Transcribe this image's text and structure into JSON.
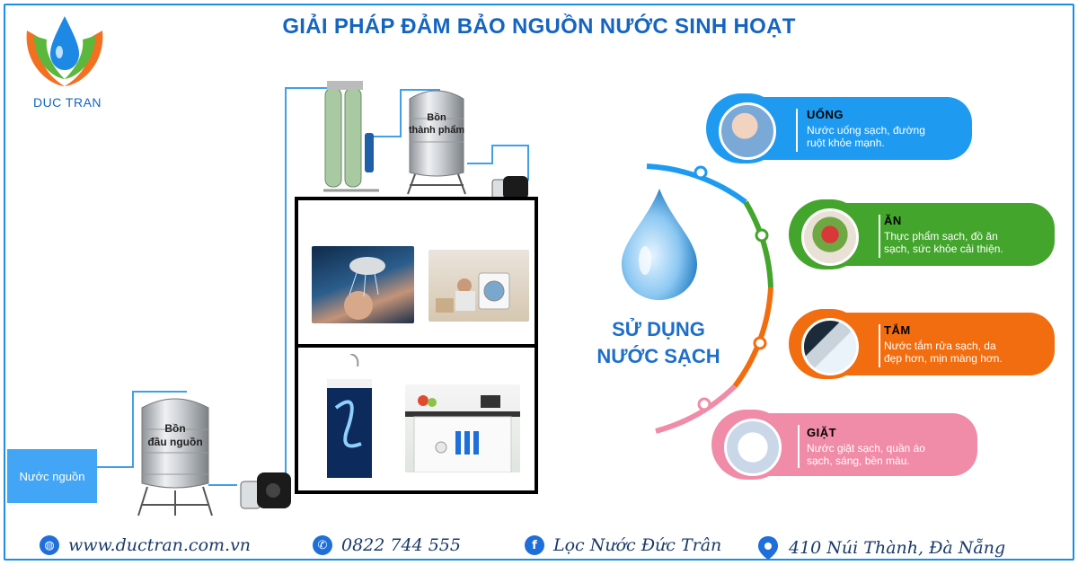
{
  "title": "GIẢI PHÁP ĐẢM BẢO NGUỒN NƯỚC SINH HOẠT",
  "brand": {
    "name": "DUC TRAN"
  },
  "diagram": {
    "source_label": "Nước nguồn",
    "tank_source": [
      "Bồn",
      "đầu nguồn"
    ],
    "tank_finished": [
      "Bồn",
      "thành phẩm"
    ]
  },
  "usage": {
    "center_line1": "SỬ DỤNG",
    "center_line2": "NƯỚC SẠCH",
    "items": [
      {
        "title": "UỐNG",
        "desc1": "Nước uống sạch, đường",
        "desc2": "ruột khỏe mạnh.",
        "color": "#1e9bf0"
      },
      {
        "title": "ĂN",
        "desc1": "Thực phẩm sạch, đồ ăn",
        "desc2": "sạch, sức khỏe cải thiện.",
        "color": "#43a52c"
      },
      {
        "title": "TẮM",
        "desc1": "Nước tắm rửa sạch, da",
        "desc2": "đẹp hơn, mịn màng hơn.",
        "color": "#f26d0f"
      },
      {
        "title": "GIẶT",
        "desc1": "Nước giặt sạch, quần áo",
        "desc2": "sạch, sáng, bền màu.",
        "color": "#f08ba8"
      }
    ]
  },
  "footer": {
    "website": "www.ductran.com.vn",
    "phone": "0822 744 555",
    "facebook": "Lọc Nước Đức Trân",
    "address": "410 Núi Thành, Đà Nẵng"
  },
  "icons": [
    "globe-icon",
    "phone-icon",
    "facebook-icon",
    "location-pin-icon"
  ]
}
